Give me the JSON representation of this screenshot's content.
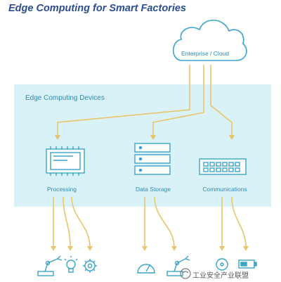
{
  "title": "Edge Computing for Smart Factories",
  "cloud": {
    "label": "Enterprise / Cloud"
  },
  "panel": {
    "label": "Edge Computing Devices"
  },
  "devices": [
    {
      "label": "Processing",
      "icon": "processor-chip-icon"
    },
    {
      "label": "Data Storage",
      "icon": "server-rack-icon"
    },
    {
      "label": "Communications",
      "icon": "network-switch-icon"
    }
  ],
  "endpoints": [
    "robotic-arm-icon",
    "light-bulb-icon",
    "gear-icon",
    "gauge-icon",
    "robotic-arm-icon",
    "sensor-dial-icon",
    "battery-icon"
  ],
  "watermark": "工业安全产业联盟",
  "colors": {
    "title": "#2c4e8c",
    "panel": "#d9f2f7",
    "line": "#3aa4c9",
    "arrow": "#e9c46a"
  }
}
